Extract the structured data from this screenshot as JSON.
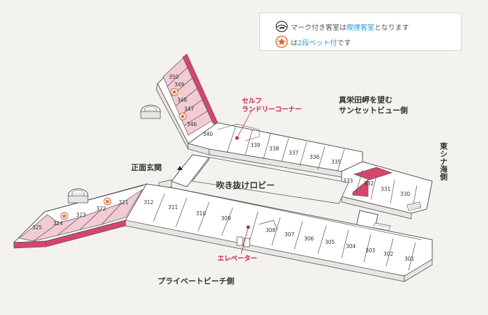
{
  "legend": {
    "smoking_pre": "マーク付き客室は",
    "smoking_hl": "喫煙客室",
    "smoking_post": "となります",
    "bunk_pre": "は",
    "bunk_hl": "2段ベット付",
    "bunk_post": "です"
  },
  "labels": {
    "laundry_line1": "セルフ",
    "laundry_line2": "ランドリーコーナー",
    "sunset_line1": "真栄田岬を望む",
    "sunset_line2": "サンセットビュー側",
    "east_sea": "東シナ海側",
    "entrance": "正面玄関",
    "atrium": "吹き抜けロビー",
    "elevator": "エレベーター",
    "beach": "プライベートビーチ側"
  },
  "rooms": {
    "r350": "350",
    "r349": "349",
    "r348": "348",
    "r347": "347",
    "r346": "346",
    "r340": "340",
    "r339": "339",
    "r338": "338",
    "r337": "337",
    "r336": "336",
    "r335": "335",
    "r333": "333",
    "r332": "332",
    "r331": "331",
    "r330": "330",
    "r325": "325",
    "r324": "324",
    "r323": "323",
    "r322": "322",
    "r321": "321",
    "r312": "312",
    "r311": "311",
    "r310": "310",
    "r309": "309",
    "r308": "308",
    "r307": "307",
    "r306": "306",
    "r305": "305",
    "r304": "304",
    "r303": "303",
    "r302": "302",
    "r301": "301"
  },
  "colors": {
    "accent": "#c8223d",
    "pink_room": "#f2cbd3",
    "dark_pink": "#d9456a",
    "highlight": "#2a9ad6"
  }
}
